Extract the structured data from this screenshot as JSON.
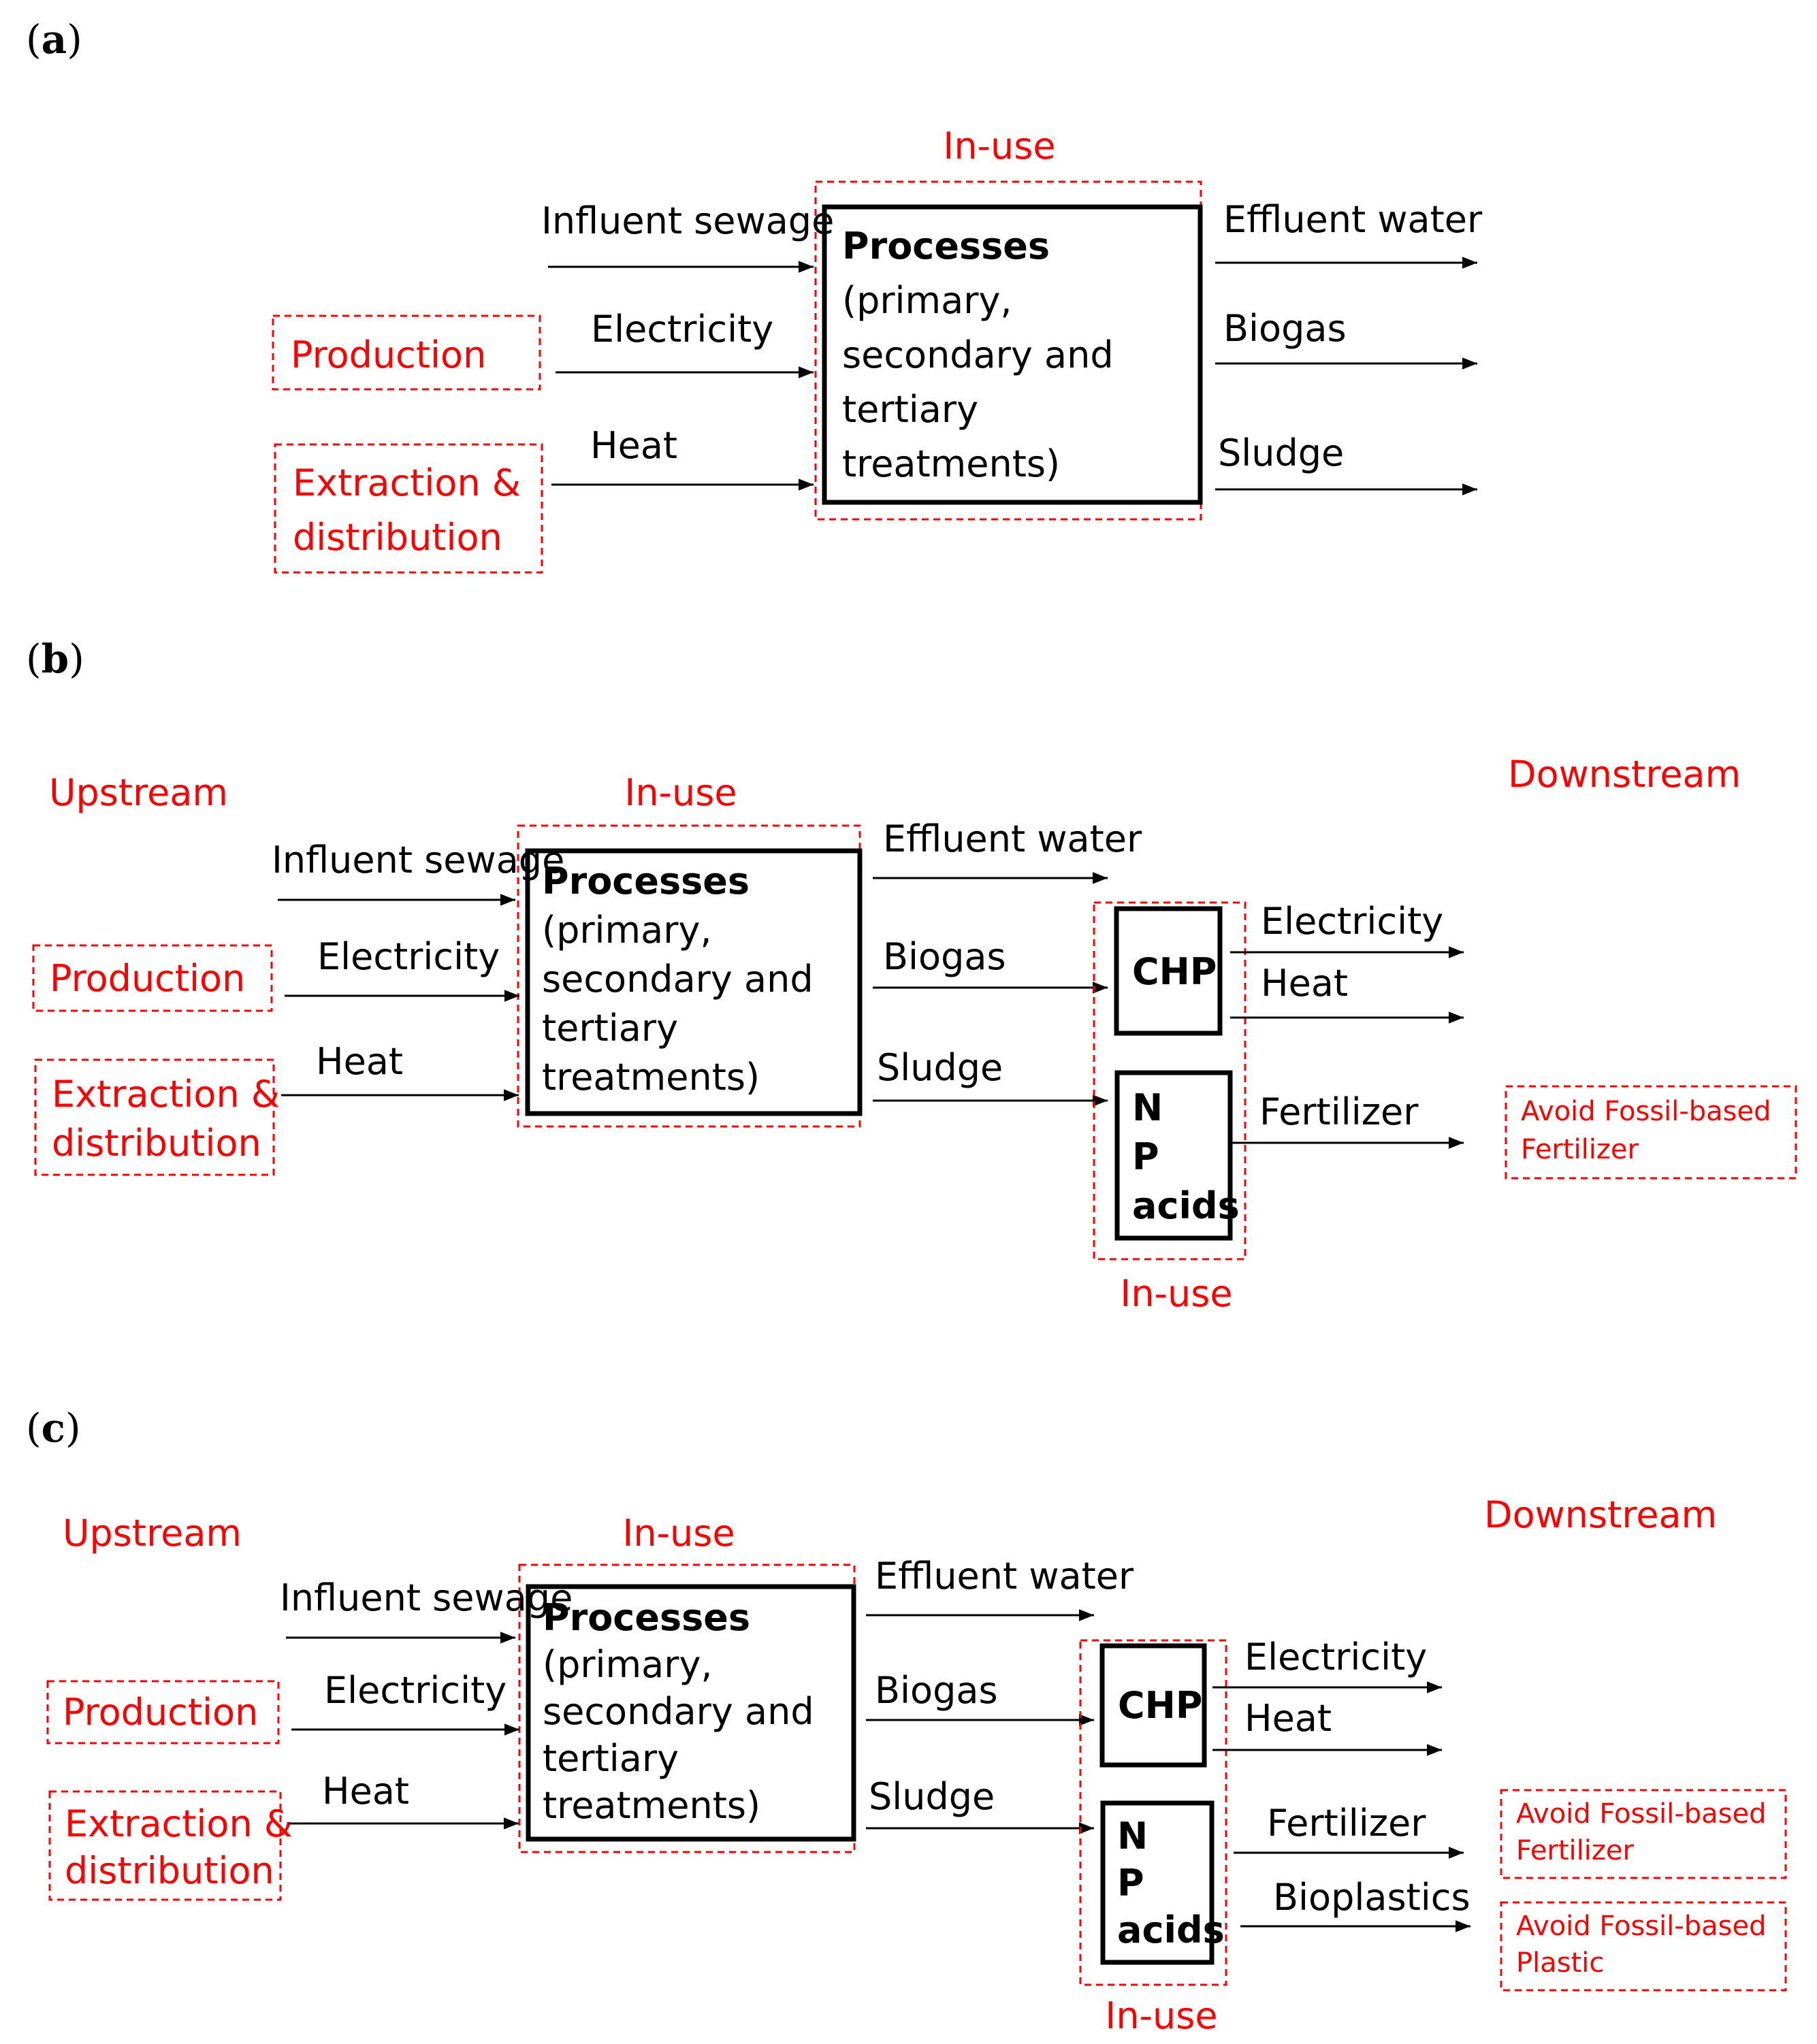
{
  "panels": {
    "a": {
      "letter_open": "(",
      "letter": "a",
      "letter_close": ")",
      "inuse": "In-use",
      "influent": "Influent sewage",
      "electricity_in": "Electricity",
      "heat_in": "Heat",
      "production": "Production",
      "extraction_line1": "Extraction &",
      "extraction_line2": "distribution",
      "process_title": "Processes",
      "process_line1": "(primary,",
      "process_line2": "secondary and",
      "process_line3": "tertiary",
      "process_line4": "treatments)",
      "effluent": "Effluent water",
      "biogas": "Biogas",
      "sludge": "Sludge"
    },
    "b": {
      "letter_open": "(",
      "letter": "b",
      "letter_close": ")",
      "upstream": "Upstream",
      "downstream": "Downstream",
      "inuse_top": "In-use",
      "inuse_bottom": "In-use",
      "influent": "Influent sewage",
      "electricity_in": "Electricity",
      "heat_in": "Heat",
      "production": "Production",
      "extraction_line1": "Extraction &",
      "extraction_line2": "distribution",
      "process_title": "Processes",
      "process_line1": "(primary,",
      "process_line2": "secondary and",
      "process_line3": "tertiary",
      "process_line4": "treatments)",
      "effluent": "Effluent water",
      "biogas": "Biogas",
      "sludge": "Sludge",
      "chp": "CHP",
      "np_line1": "N",
      "np_line2": "P",
      "np_line3": "acids",
      "electricity_out": "Electricity",
      "heat_out": "Heat",
      "fertilizer": "Fertilizer",
      "avoid_fert_line1": "Avoid Fossil-based",
      "avoid_fert_line2": "Fertilizer"
    },
    "c": {
      "letter_open": "(",
      "letter": "c",
      "letter_close": ")",
      "upstream": "Upstream",
      "downstream": "Downstream",
      "inuse_top": "In-use",
      "inuse_bottom": "In-use",
      "influent": "Influent sewage",
      "electricity_in": "Electricity",
      "heat_in": "Heat",
      "production": "Production",
      "extraction_line1": "Extraction &",
      "extraction_line2": "distribution",
      "process_title": "Processes",
      "process_line1": "(primary,",
      "process_line2": "secondary and",
      "process_line3": "tertiary",
      "process_line4": "treatments)",
      "effluent": "Effluent water",
      "biogas": "Biogas",
      "sludge": "Sludge",
      "chp": "CHP",
      "np_line1": "N",
      "np_line2": "P",
      "np_line3": "acids",
      "electricity_out": "Electricity",
      "heat_out": "Heat",
      "fertilizer": "Fertilizer",
      "bioplastics": "Bioplastics",
      "avoid_fert_line1": "Avoid Fossil-based",
      "avoid_fert_line2": "Fertilizer",
      "avoid_plastic_line1": "Avoid Fossil-based",
      "avoid_plastic_line2": "Plastic"
    }
  },
  "colors": {
    "boundary": "#ff0000",
    "text": "#000000",
    "background": "#ffffff"
  }
}
